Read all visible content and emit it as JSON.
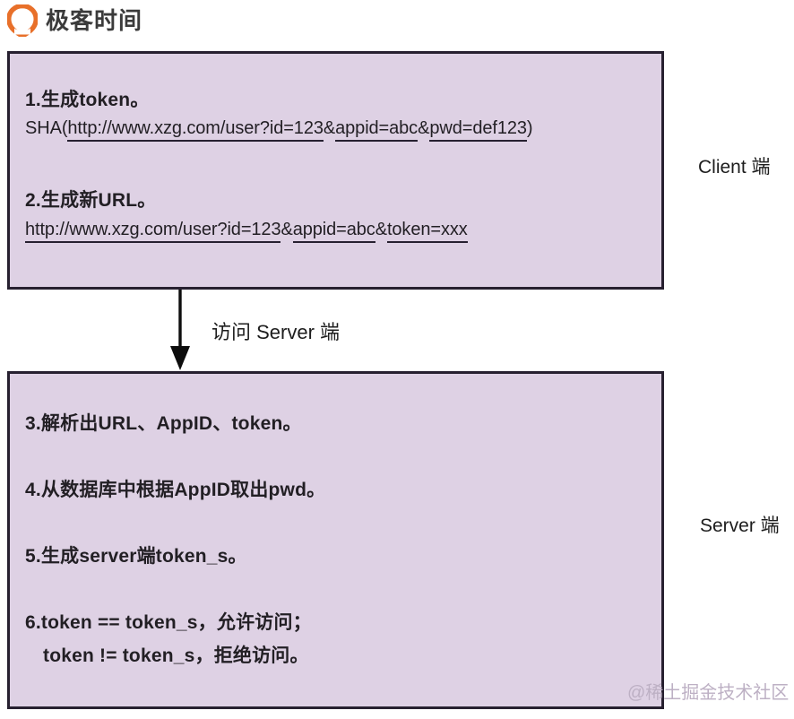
{
  "header": {
    "logo_icon": "geekbang-balloon-logo-icon",
    "logo_color": "#E8702A",
    "brand_name": "极客时间"
  },
  "diagram": {
    "box_fill": "#DED1E4",
    "box_border": "#272030",
    "client": {
      "side_label": "Client 端",
      "steps": [
        {
          "title": "1.生成token。",
          "detail_parts": [
            {
              "text": "SHA(",
              "underline": false
            },
            {
              "text": "http://www.xzg.com/user?id=123",
              "underline": true
            },
            {
              "text": "&",
              "underline": false
            },
            {
              "text": "appid=abc",
              "underline": true
            },
            {
              "text": "&",
              "underline": false
            },
            {
              "text": "pwd=def123",
              "underline": true
            },
            {
              "text": ")",
              "underline": false
            }
          ],
          "detail_plain": "SHA(http://www.xzg.com/user?id=123&appid=abc&pwd=def123)"
        },
        {
          "title": "2.生成新URL。",
          "detail_parts": [
            {
              "text": "http://www.xzg.com/user?id=123",
              "underline": true
            },
            {
              "text": "&",
              "underline": false
            },
            {
              "text": "appid=abc",
              "underline": true
            },
            {
              "text": "&",
              "underline": false
            },
            {
              "text": "token=xxx",
              "underline": true
            }
          ],
          "detail_plain": "http://www.xzg.com/user?id=123&appid=abc&token=xxx"
        }
      ]
    },
    "connector": {
      "label": "访问 Server 端",
      "icon": "arrow-down-icon"
    },
    "server": {
      "side_label": "Server 端",
      "steps": [
        "3.解析出URL、AppID、token。",
        "4.从数据库中根据AppID取出pwd。",
        "5.生成server端token_s。",
        "6.token == token_s，允许访问；",
        "token != token_s，拒绝访问。"
      ]
    }
  },
  "watermark": {
    "text": "@稀土掘金技术社区"
  }
}
